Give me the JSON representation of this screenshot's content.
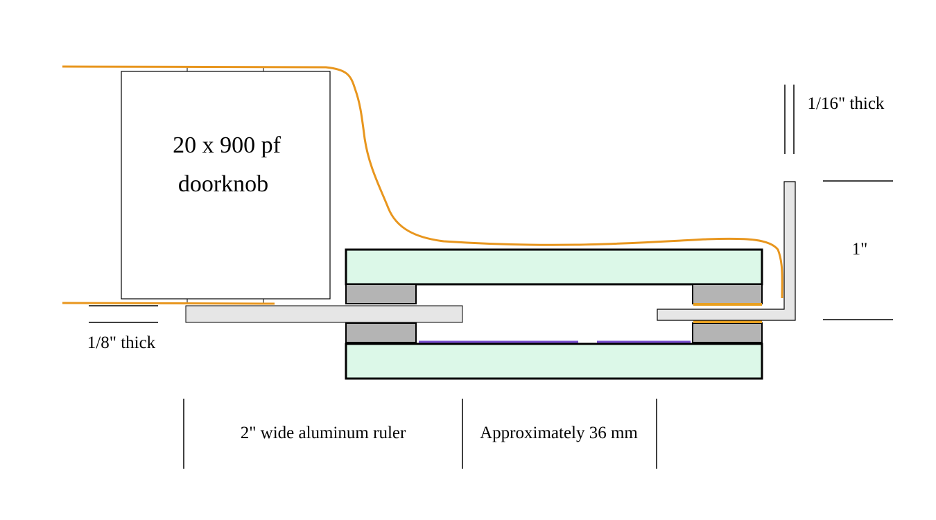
{
  "labels": {
    "capacitor_line1": "20 x 900 pf",
    "capacitor_line2": "doorknob",
    "lower_thickness": "1/8\" thick",
    "upper_thickness": "1/16\" thick",
    "height": "1\"",
    "ruler_width": "2\" wide aluminum ruler",
    "gap_width": "Approximately 36 mm"
  },
  "colors": {
    "wire": "#e8961e",
    "plate_fill": "#dcf8e8",
    "spacer_fill": "#b4b4b4",
    "ruler_fill": "#e6e6e6",
    "film": "#7a4fd0",
    "insulation": "#e8a020",
    "stroke": "#000000"
  }
}
